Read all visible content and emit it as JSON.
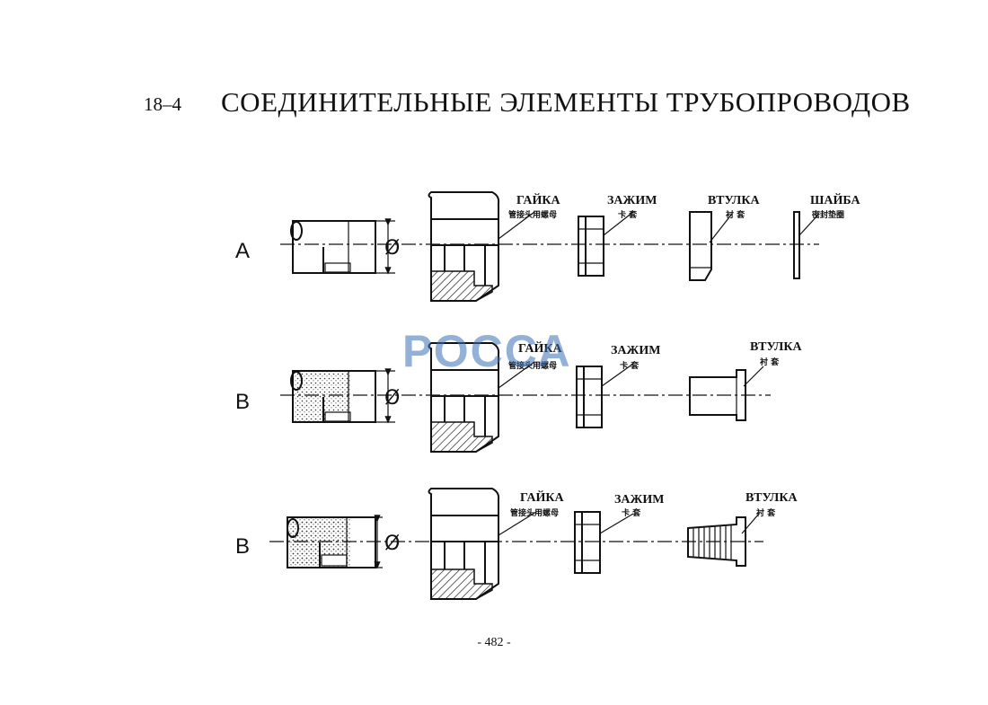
{
  "header": {
    "section_number": "18–4",
    "title": "СОЕДИНИТЕЛЬНЫЕ ЭЛЕМЕНТЫ ТРУБОПРОВОДОВ"
  },
  "watermark": {
    "text": "РОССА",
    "color": "#3a6fb5"
  },
  "rows": [
    {
      "letter": "A",
      "diameter_symbol": "Ø",
      "parts": [
        {
          "label": "ГАЙКА",
          "sublabel": "管接头用螺母"
        },
        {
          "label": "ЗАЖИМ",
          "sublabel": "卡 套"
        },
        {
          "label": "ВТУЛКА",
          "sublabel": "衬 套"
        },
        {
          "label": "ШАЙБА",
          "sublabel": "密封垫圈"
        }
      ]
    },
    {
      "letter": "B",
      "diameter_symbol": "Ø",
      "parts": [
        {
          "label": "ГАЙКА",
          "sublabel": "管接头用螺母"
        },
        {
          "label": "ЗАЖИМ",
          "sublabel": "卡 套"
        },
        {
          "label": "ВТУЛКА",
          "sublabel": "衬 套"
        }
      ]
    },
    {
      "letter": "B",
      "diameter_symbol": "Ø",
      "parts": [
        {
          "label": "ГАЙКА",
          "sublabel": "管接头用螺母"
        },
        {
          "label": "ЗАЖИМ",
          "sublabel": "卡 套"
        },
        {
          "label": "ВТУЛКА",
          "sublabel": "衬 套"
        }
      ]
    }
  ],
  "footer": {
    "page_number": "- 482 -"
  }
}
